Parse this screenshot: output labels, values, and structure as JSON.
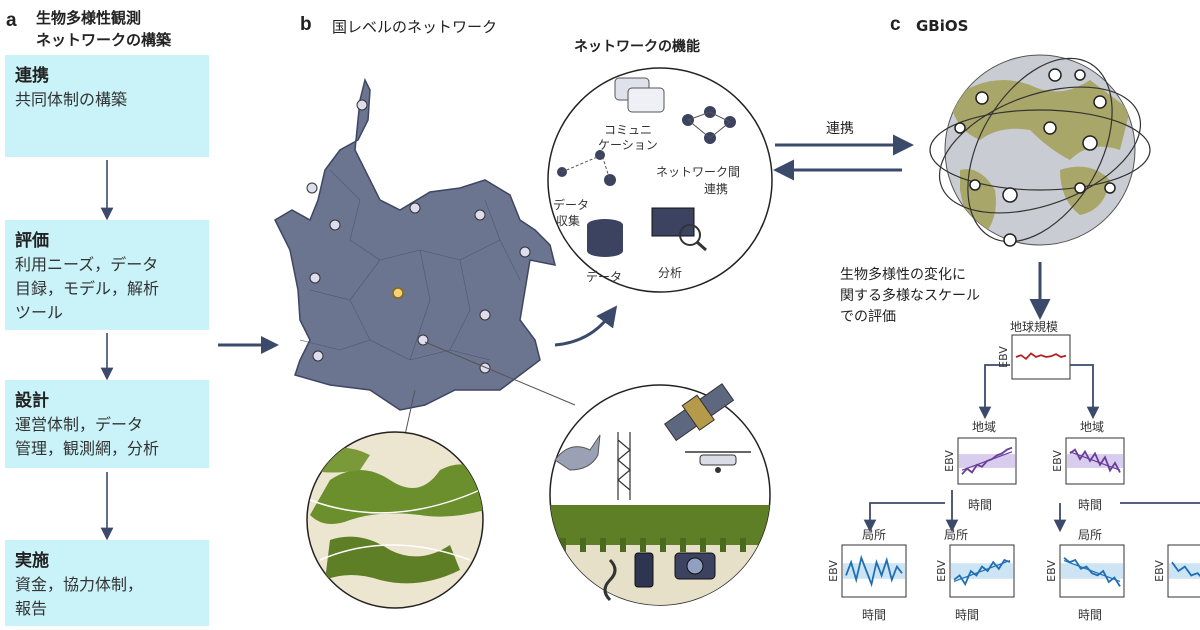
{
  "panel_a": {
    "letter": "a",
    "title_line1": "生物多様性観測",
    "title_line2": "ネットワークの構築",
    "steps": [
      {
        "title": "連携",
        "body_lines": [
          "共同体制の構築"
        ]
      },
      {
        "title": "評価",
        "body_lines": [
          "利用ニーズ，データ",
          "目録，モデル，解析",
          "ツール"
        ]
      },
      {
        "title": "設計",
        "body_lines": [
          "運営体制，データ",
          "管理，観測網，分析"
        ]
      },
      {
        "title": "実施",
        "body_lines": [
          "資金，協力体制，",
          "報告"
        ]
      }
    ]
  },
  "panel_b": {
    "letter": "b",
    "title": "国レベルのネットワーク",
    "functions_title": "ネットワークの機能",
    "functions": {
      "communication_line1": "コミュニ",
      "communication_line2": "ケーション",
      "internetwork_line1": "ネットワーク間",
      "internetwork_line2": "連携",
      "collection_line1": "データ",
      "collection_line2": "収集",
      "data": "データ",
      "analysis": "分析"
    }
  },
  "panel_c": {
    "letter": "c",
    "title": "GBiOS",
    "link_label": "連携",
    "desc_lines": [
      "生物多様性の変化に",
      "関する多様なスケール",
      "での評価"
    ],
    "global_label": "地球規模",
    "regional_label": "地域",
    "local_label": "局所",
    "y_label": "EBV",
    "x_label": "時間"
  },
  "colors": {
    "box_fill": "#c9f3f8",
    "map_fill": "#6c7590",
    "arrow": "#3b4a6b",
    "global_line": "#b22222",
    "regional_line": "#6a3d9a",
    "local_line": "#1f6fb4"
  }
}
